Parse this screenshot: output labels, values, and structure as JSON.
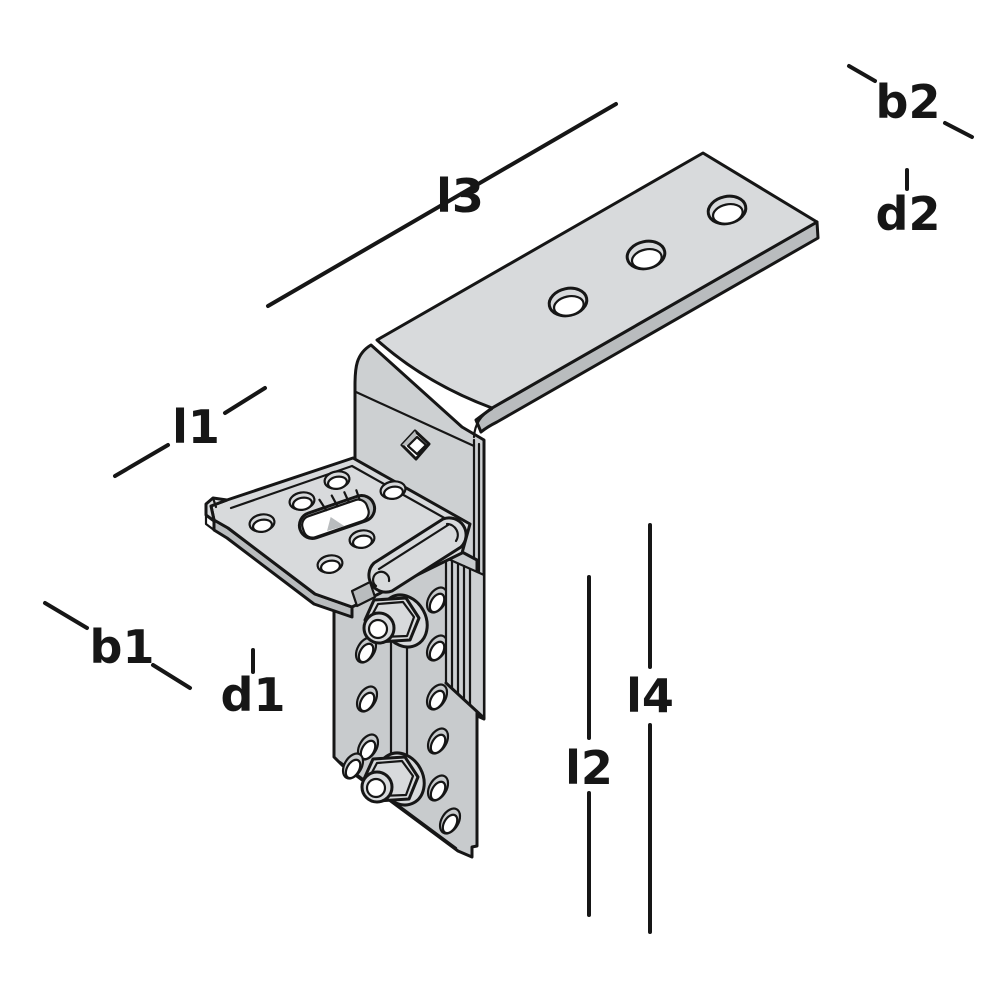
{
  "diagram": {
    "type": "technical-isometric-drawing",
    "subject": "adjustable roof hook bracket with dimension callouts",
    "labels": {
      "l1": "l1",
      "l2": "l2",
      "l3": "l3",
      "l4": "l4",
      "b1": "b1",
      "b2": "b2",
      "d1": "d1",
      "d2": "d2"
    },
    "colors": {
      "outline": "#161616",
      "metal_light": "#d8dadc",
      "metal_mid": "#cdd0d2",
      "metal_plate": "#c8cbcd",
      "metal_dark": "#b9bcbe",
      "background": "#ffffff"
    }
  }
}
